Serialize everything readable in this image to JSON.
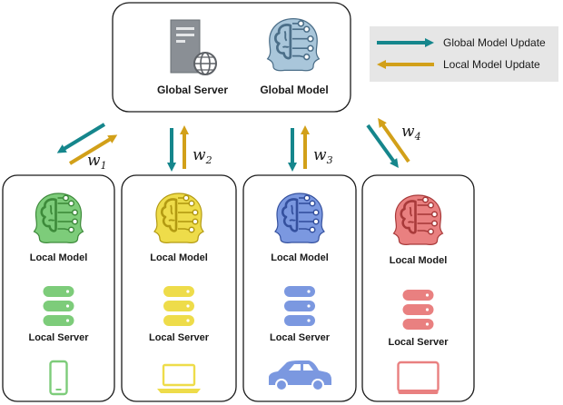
{
  "global": {
    "server_label": "Global Server",
    "model_label": "Global Model",
    "server_icon": "server-globe-icon",
    "model_icon": "neural-brain-icon",
    "model_color": "#a9c6da"
  },
  "legend": {
    "global_update": "Global Model Update",
    "local_update": "Local Model Update",
    "global_color": "#15868c",
    "local_color": "#d2a019"
  },
  "weights": [
    {
      "symbol": "w",
      "sub": "1"
    },
    {
      "symbol": "w",
      "sub": "2"
    },
    {
      "symbol": "w",
      "sub": "3"
    },
    {
      "symbol": "w",
      "sub": "4"
    }
  ],
  "clients": [
    {
      "model_label": "Local Model",
      "server_label": "Local Server",
      "device": "phone-icon",
      "color": "#7dcc7a",
      "dark": "#3d8a3a"
    },
    {
      "model_label": "Local Model",
      "server_label": "Local Server",
      "device": "laptop-icon",
      "color": "#eedc4a",
      "dark": "#b39a12"
    },
    {
      "model_label": "Local Model",
      "server_label": "Local Server",
      "device": "car-icon",
      "color": "#7b98e0",
      "dark": "#34509e"
    },
    {
      "model_label": "Local Model",
      "server_label": "Local Server",
      "device": "tablet-icon",
      "color": "#e98080",
      "dark": "#a83a3a"
    }
  ]
}
